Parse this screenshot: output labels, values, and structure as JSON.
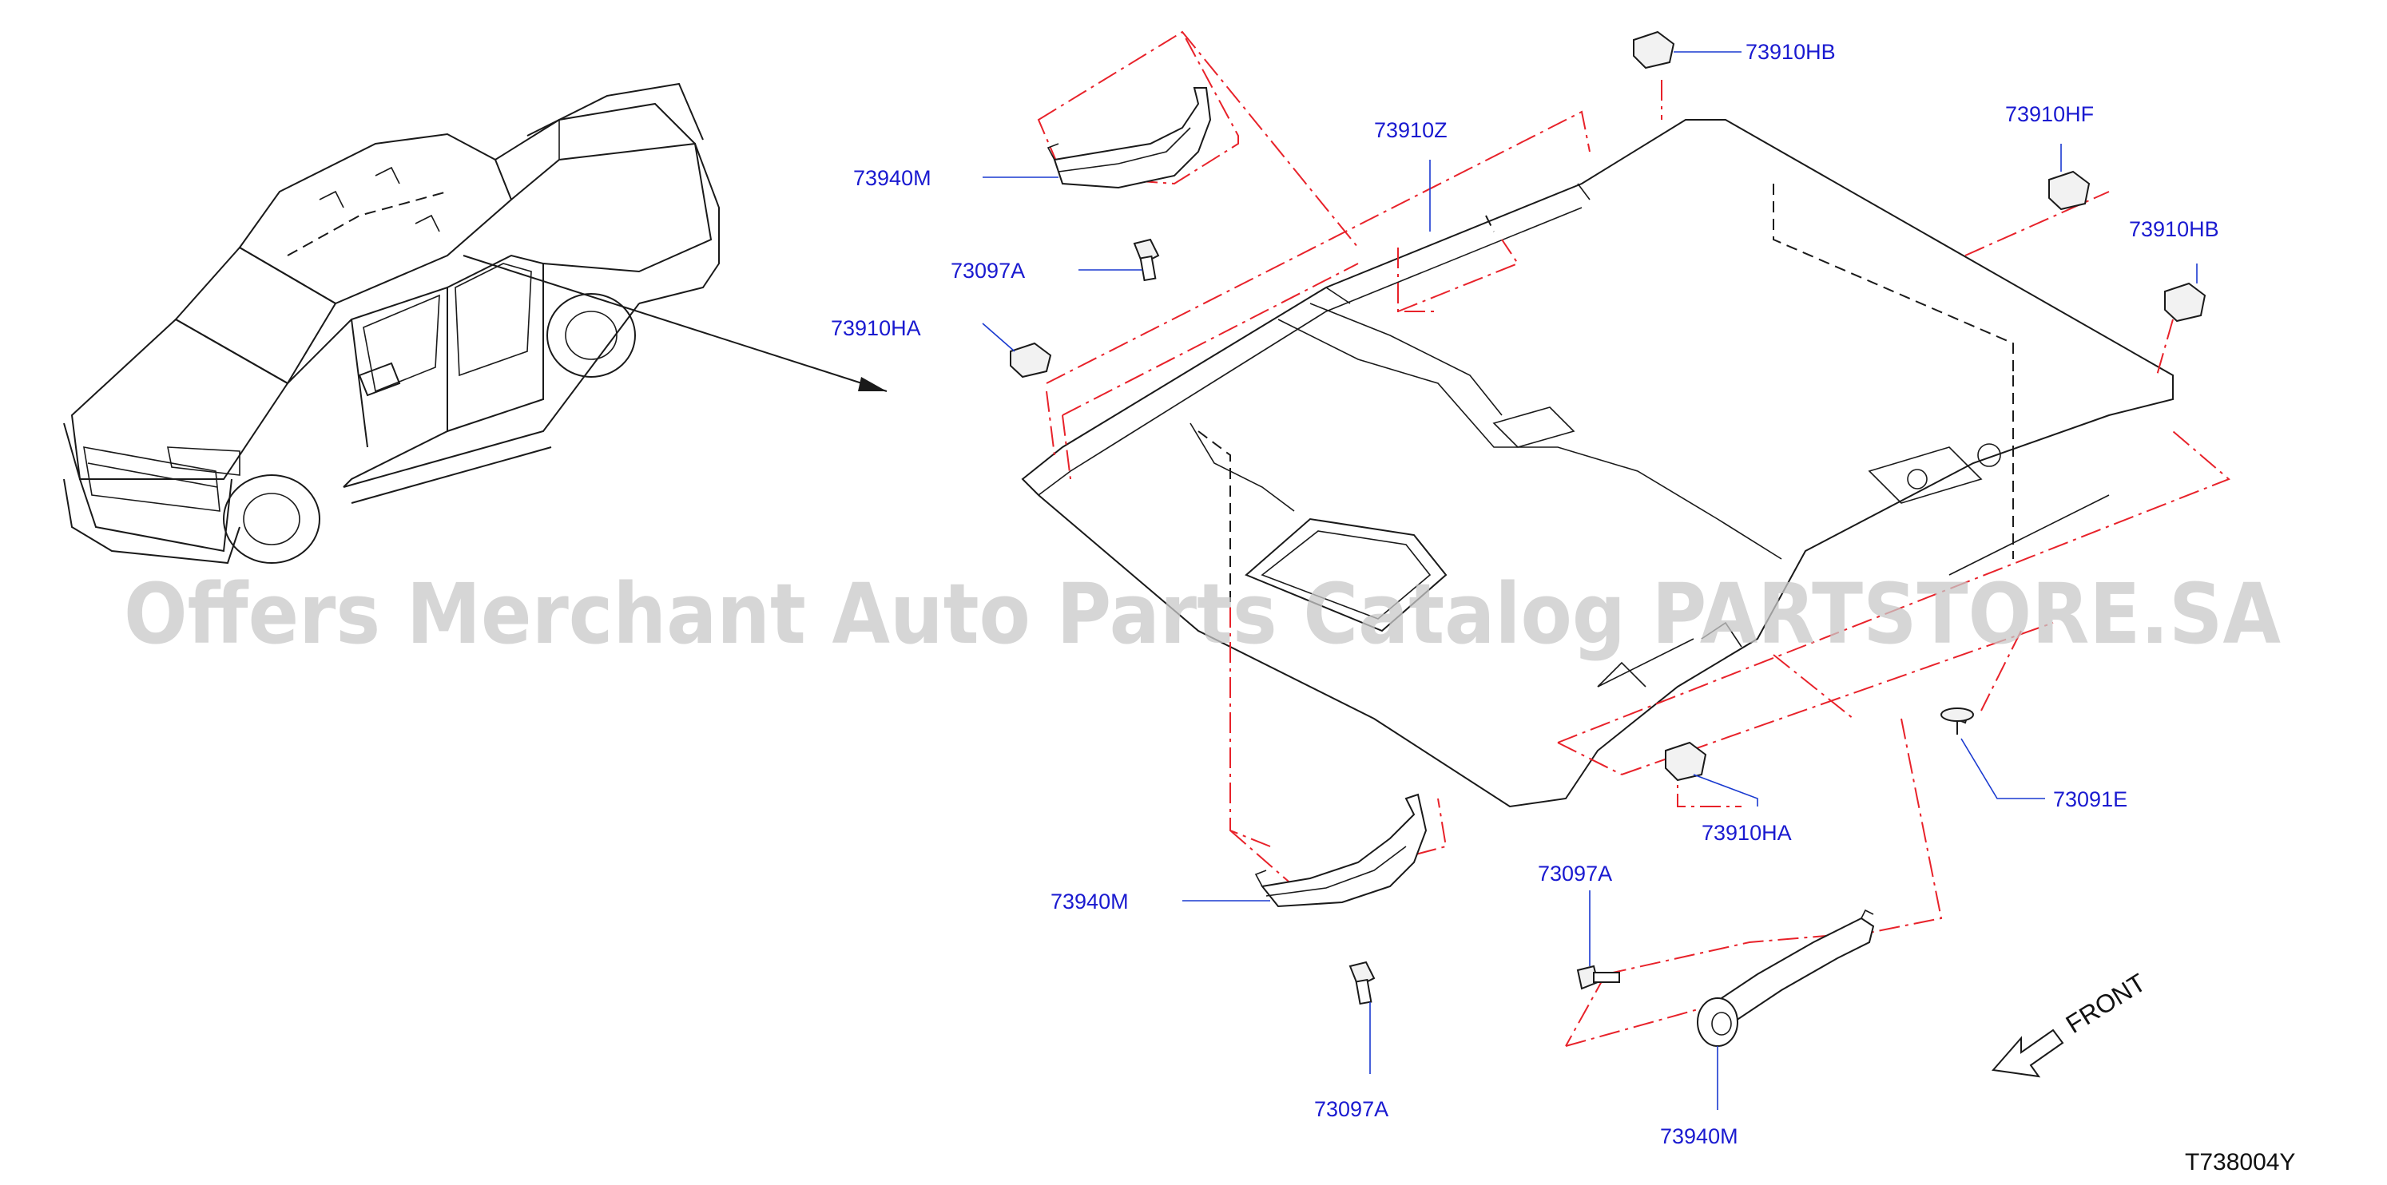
{
  "callouts": {
    "hb_top": "73910HB",
    "z": "73910Z",
    "hf": "73910HF",
    "hb_right": "73910HB",
    "m_top_left": "73940M",
    "a_top": "73097A",
    "ha_left": "73910HA",
    "e": "73091E",
    "ha_bottom": "73910HA",
    "a_bottom_mid": "73097A",
    "m_bottom_left": "73940M",
    "a_bottom_left": "73097A",
    "m_bottom_right": "73940M"
  },
  "front_label": "FRONT",
  "ref_code": "T738004Y",
  "watermark": "Offers Merchant Auto Parts Catalog PARTSTORE.SA",
  "colors": {
    "callout_text": "#1a1ad0",
    "phantom_line": "#e8222a",
    "outline": "#1a1a1a"
  }
}
